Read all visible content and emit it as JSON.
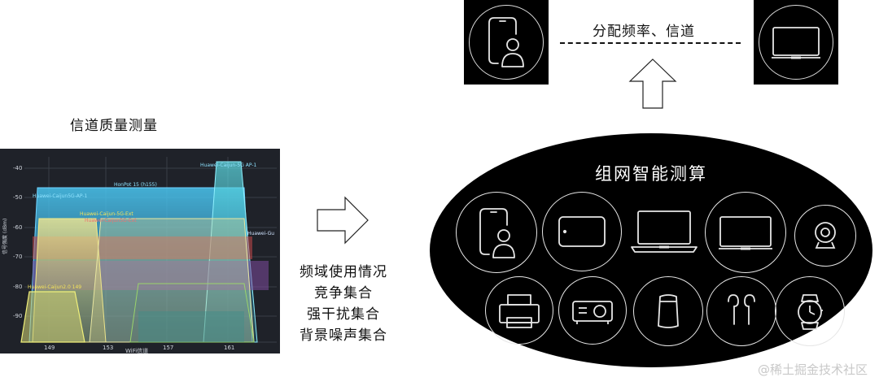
{
  "left": {
    "title": "信道质量测量"
  },
  "chart": {
    "y_ticks": [
      "-40",
      "-50",
      "-60",
      "-70",
      "-80",
      "-90"
    ],
    "x_ticks": [
      "149",
      "153",
      "157",
      "161"
    ],
    "x_label": "WiFi信道",
    "y_label": "信号强度 (dBm)",
    "network_labels": [
      "Huawei-Caijun-5G AP-1",
      "HonPot 15 (h155)",
      "Huawei-Caijun5G-AP-1",
      "Huawei-Caijun-5G-Ext",
      "Huawei-Caijun5G-Ext",
      "Huawei-Caijun2.0 149",
      "Huawei-Gu"
    ]
  },
  "middle": {
    "lines": [
      "频域使用情况",
      "竞争集合",
      "强干扰集合",
      "背景噪声集合"
    ]
  },
  "top": {
    "assign_label": "分配频率、信道"
  },
  "ellipse": {
    "title": "组网智能测算"
  },
  "icons": {
    "top_left": "phone-person-icon",
    "top_right": "tv-icon",
    "row1": [
      "phone-person-icon",
      "tablet-icon",
      "laptop-icon",
      "tv-icon",
      "webcam-icon"
    ],
    "row2": [
      "printer-icon",
      "projector-icon",
      "smart-speaker-icon",
      "earbuds-icon",
      "smartwatch-icon"
    ]
  },
  "watermark": "@稀土掘金技术社区",
  "colors": {
    "chart_bg": "#1f2229",
    "ellipse_bg": "#000000",
    "icon_stroke": "#e6e6e6"
  }
}
